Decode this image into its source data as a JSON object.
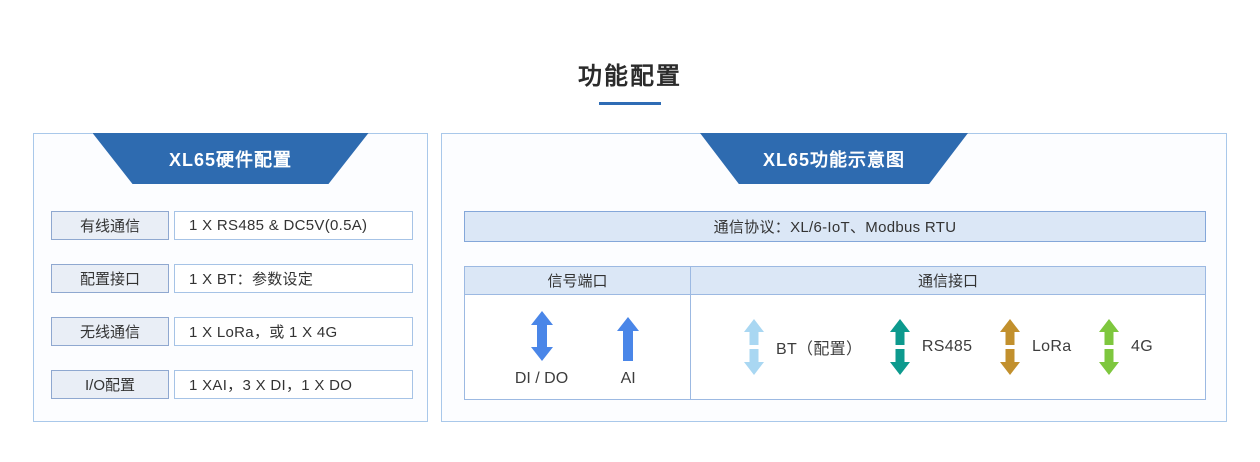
{
  "page": {
    "title": "功能配置"
  },
  "colors": {
    "accent_blue": "#2e6bb0",
    "underline": "#2e6cb5",
    "signal_arrow": "#4a86e8",
    "bt_arrow": "#a9d7f2",
    "rs485_arrow": "#0d9a8e",
    "lora_arrow": "#c2902d",
    "g4_arrow": "#7ec73e"
  },
  "left_panel": {
    "header": "XL65硬件配置",
    "rows": [
      {
        "label": "有线通信",
        "value": "1 X RS485 & DC5V(0.5A)"
      },
      {
        "label": "配置接口",
        "value": "1 X BT：参数设定"
      },
      {
        "label": "无线通信",
        "value": "1 X LoRa，或 1 X 4G"
      },
      {
        "label": "I/O配置",
        "value": "1 XAI，3 X DI，1 X DO"
      }
    ]
  },
  "right_panel": {
    "header": "XL65功能示意图",
    "protocol_bar": "通信协议：XL/6-IoT、Modbus RTU",
    "table": {
      "signal_column_header": "信号端口",
      "comm_column_header": "通信接口",
      "signal_ports": [
        {
          "label": "DI / DO",
          "icon": "double-arrow-icon",
          "color": "#4a86e8"
        },
        {
          "label": "AI",
          "icon": "up-arrow-icon",
          "color": "#4a86e8"
        }
      ],
      "comm_interfaces": [
        {
          "label": "BT（配置）",
          "icon": "split-double-arrow-icon",
          "color": "#a9d7f2"
        },
        {
          "label": "RS485",
          "icon": "split-double-arrow-icon",
          "color": "#0d9a8e"
        },
        {
          "label": "LoRa",
          "icon": "split-double-arrow-icon",
          "color": "#c2902d"
        },
        {
          "label": "4G",
          "icon": "split-double-arrow-icon",
          "color": "#7ec73e"
        }
      ]
    }
  }
}
